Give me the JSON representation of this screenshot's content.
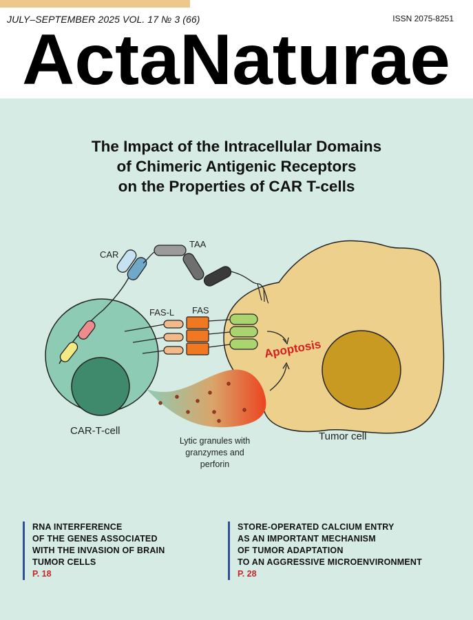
{
  "header": {
    "issue_line": "JULY–SEPTEMBER 2025 VOL. 17 № 3 (66)",
    "issn": "ISSN 2075-8251",
    "logo_text": "ActaNaturae"
  },
  "cover": {
    "title_lines": [
      "The Impact of the Intracellular Domains",
      "of Chimeric Antigenic Receptors",
      "on the Properties of CAR T-cells"
    ],
    "illustration": {
      "label_car": "CAR",
      "label_taa": "TAA",
      "label_fasl": "FAS-L",
      "label_fas": "FAS",
      "label_apoptosis": "Apoptosis",
      "label_cart_cell": "CAR-T-cell",
      "label_tumor_cell": "Tumor cell",
      "granules_lines": [
        "Lytic granules with",
        "granzymes and",
        "perforin"
      ],
      "colors": {
        "background": "#d5ebe3",
        "cart_cell": "#8ecbb4",
        "cart_nucleus": "#3f8a6c",
        "tumor_cell": "#ecd08c",
        "tumor_nucleus": "#c99a22",
        "apoptosis_text": "#d32020",
        "fasl": "#f2b98a",
        "fas": "#f07820",
        "receptor": "#a9d46f"
      }
    }
  },
  "articles": [
    {
      "lines": [
        "RNA INTERFERENCE",
        "OF THE GENES ASSOCIATED",
        "WITH THE INVASION OF BRAIN",
        "TUMOR CELLS"
      ],
      "page": "P. 18"
    },
    {
      "lines": [
        "STORE-OPERATED CALCIUM ENTRY",
        "AS AN IMPORTANT MECHANISM",
        "OF TUMOR ADAPTATION",
        "TO AN AGGRESSIVE MICROENVIRONMENT"
      ],
      "page": "P. 28"
    }
  ],
  "colors": {
    "accent_bar": "#ecc98b",
    "article_rule": "#2f4f96",
    "page_ref": "#c62828"
  }
}
